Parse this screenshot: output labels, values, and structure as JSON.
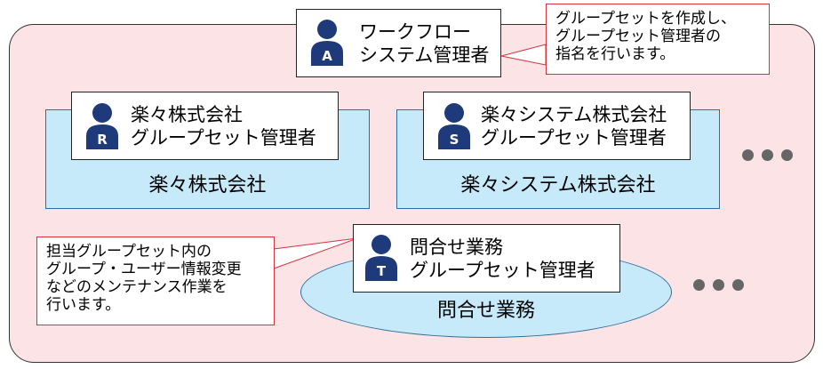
{
  "workflow_admin": {
    "letter": "A",
    "line1": "ワークフロー",
    "line2": "システム管理者"
  },
  "note_top": {
    "line1": "グループセットを作成し、",
    "line2": "グループセット管理者の",
    "line3": "指名を行います。"
  },
  "company_raku": {
    "area_label": "楽々株式会社",
    "admin": {
      "letter": "R",
      "line1": "楽々株式会社",
      "line2": "グループセット管理者"
    }
  },
  "company_system": {
    "area_label": "楽々システム株式会社",
    "admin": {
      "letter": "S",
      "line1": "楽々システム株式会社",
      "line2": "グループセット管理者"
    }
  },
  "inquiry": {
    "area_label": "問合せ業務",
    "admin": {
      "letter": "T",
      "line1": "問合せ業務",
      "line2": "グループセット管理者"
    }
  },
  "note_left": {
    "line1": "担当グループセット内の",
    "line2": "グループ・ユーザー情報変更",
    "line3": "などのメンテナンス作業を",
    "line4": "行います。"
  },
  "colors": {
    "frame_bg": "#fbe3e6",
    "area_bg": "#c7eafb",
    "person": "#1f3a7a",
    "note_border": "#d9323f"
  }
}
